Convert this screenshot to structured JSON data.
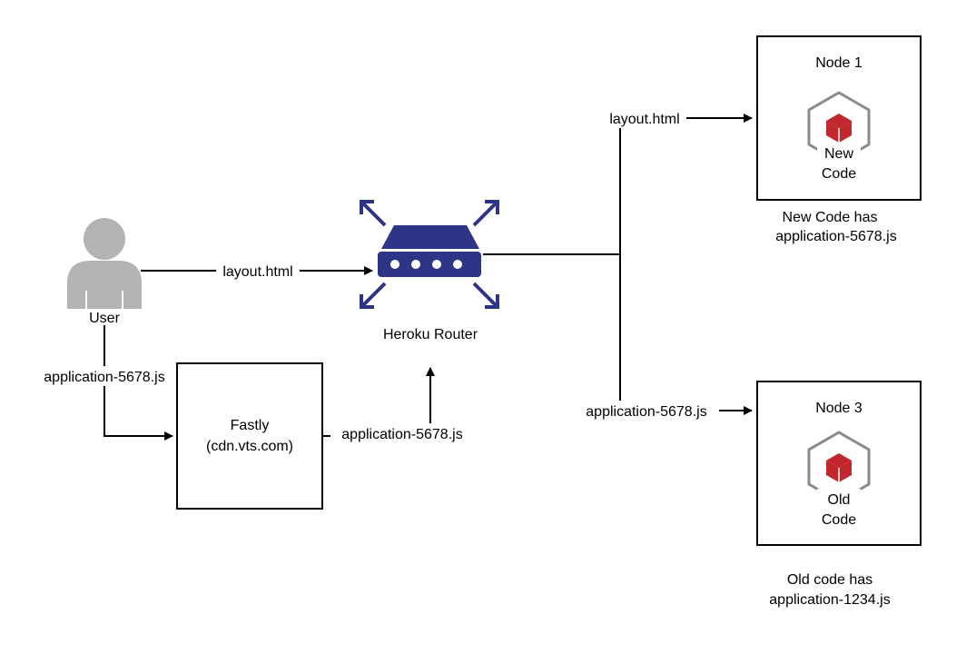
{
  "user": {
    "label": "User",
    "icon": "user-icon"
  },
  "router": {
    "label": "Heroku Router",
    "icon": "router-icon"
  },
  "fastly": {
    "line1": "Fastly",
    "line2": "(cdn.vts.com)"
  },
  "node1": {
    "title": "Node 1",
    "code_line1": "New",
    "code_line2": "Code",
    "icon": "cube-icon",
    "note_line1": "New Code has",
    "note_line2": "application-5678.js"
  },
  "node3": {
    "title": "Node 3",
    "code_line1": "Old",
    "code_line2": "Code",
    "icon": "cube-icon",
    "note_line1": "Old code has",
    "note_line2": "application-1234.js"
  },
  "edges": {
    "user_to_router": "layout.html",
    "user_to_fastly": "application-5678.js",
    "fastly_to_router": "application-5678.js",
    "router_to_node1": "layout.html",
    "router_to_node3": "application-5678.js"
  },
  "colors": {
    "router": "#2e3587",
    "user": "#b3b3b3",
    "cube_outline": "#8a8a8a",
    "cube_fill": "#c1272d"
  }
}
